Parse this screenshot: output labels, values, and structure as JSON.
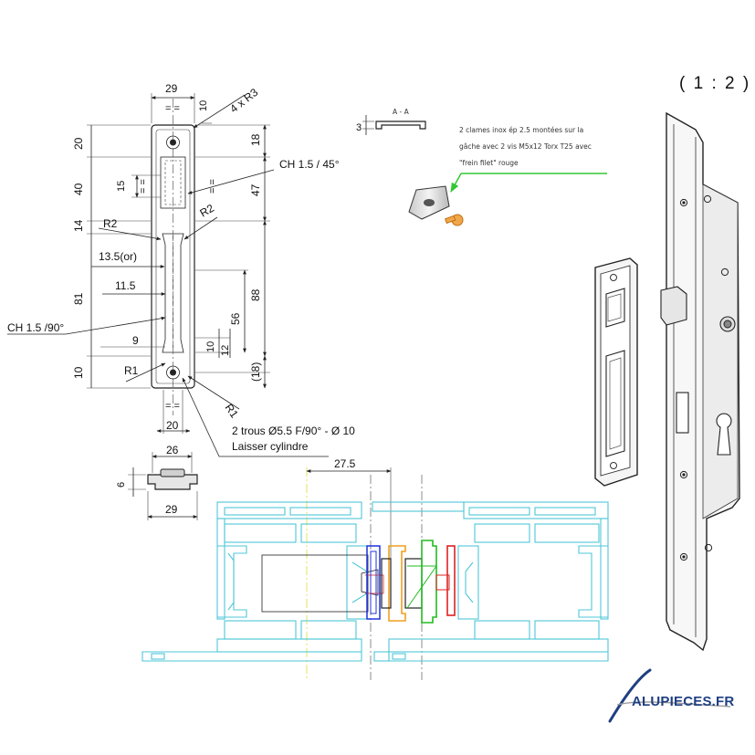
{
  "scale": "( 1 : 2 )",
  "front_view": {
    "top_width": "29",
    "top_center": "= =",
    "top_10": "10",
    "radius_corners": "4 x R3",
    "left_20": "20",
    "left_40": "40",
    "left_14": "14",
    "left_81": "81",
    "left_10": "10",
    "right_18": "18",
    "right_47": "47",
    "right_88": "88",
    "right_18_paren": "(18)",
    "inner_15": "15",
    "inner_eq_a": "= =",
    "inner_eq_b": "= =",
    "chamfer_45": "CH 1.5 / 45°",
    "chamfer_90": "CH 1.5 /90°",
    "r2_left": "R2",
    "r2_right": "R2",
    "r1_left": "R1",
    "r1_bottom": "R1",
    "dim_13_5": "13.5(or)",
    "dim_11_5": "11.5",
    "dim_56": "56",
    "dim_9": "9",
    "dim_10b": "10",
    "dim_12": "12",
    "bottom_center": "= =",
    "bottom_width": "20",
    "holes_note": "2 trous Ø5.5 F/90° - Ø 10",
    "cylinder_note": "Laisser cylindre"
  },
  "section_view": {
    "label": "A - A",
    "thickness": "3"
  },
  "side_view": {
    "width_top": "26",
    "thickness": "6",
    "width_bottom": "29"
  },
  "profile_view": {
    "offset": "27.5"
  },
  "note_lines": [
    "2 clames inox ép 2.5 montées sur la",
    "gâche avec 2 vis M5x12 Torx T25 avec",
    "\"frein filet\" rouge"
  ],
  "logo": {
    "text": "ALUPIECES.FR",
    "color": "#1f3f82"
  },
  "colors": {
    "profile": "#4fc7d8",
    "note_arrow": "#32c832",
    "blue_part": "#2233dd",
    "orange_part": "#f0a020",
    "green_part": "#22bb22",
    "red_part": "#dd2222",
    "center_line": "#e8e060"
  }
}
